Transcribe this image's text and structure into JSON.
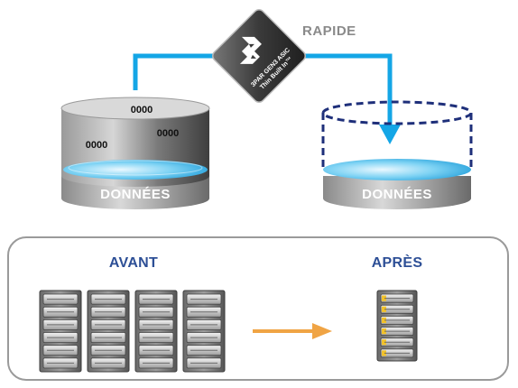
{
  "top": {
    "speed_label": "RAPIDE",
    "chip": {
      "line1": "3PAR GEN3 ASIC",
      "line2": "Thin Built In™"
    },
    "left_cylinder": {
      "codes": [
        "0000",
        "0000",
        "0000"
      ],
      "label": "DONNÉES"
    },
    "right_cylinder": {
      "label": "DONNÉES"
    }
  },
  "bottom": {
    "before_label": "AVANT",
    "after_label": "APRÈS"
  },
  "colors": {
    "flow_line": "#14a6e6",
    "dashed_outline": "#1e2f7a",
    "title_blue": "#2d4f96",
    "arrow_orange": "#f0a444",
    "drive_yellow": "#f2c22a"
  }
}
